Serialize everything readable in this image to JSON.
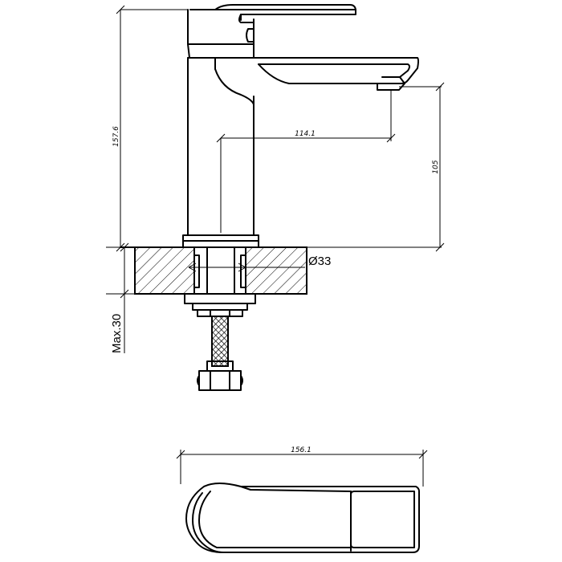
{
  "dimensions": {
    "total_height": "157.6",
    "reach": "114.1",
    "spout_height": "105",
    "hole_diameter": "Ø33",
    "max_thickness": "Max.30",
    "top_length": "156.1"
  },
  "colors": {
    "line": "#000000",
    "background": "#ffffff"
  }
}
